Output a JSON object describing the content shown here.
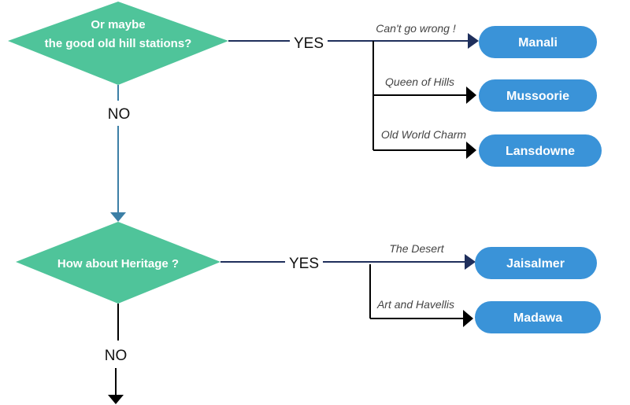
{
  "colors": {
    "decision": "#4fc49a",
    "destination": "#3a93d8",
    "connector_navy": "#1f2f5c",
    "connector_teal": "#3c7fa6",
    "connector_black": "#000000"
  },
  "decisions": [
    {
      "line1": "Or maybe",
      "line2": "the good old  hill stations?"
    },
    {
      "line1": "How about Heritage  ?"
    }
  ],
  "edge_labels": {
    "yes_1": "YES",
    "no_1": "NO",
    "yes_2": "YES",
    "no_2": "NO"
  },
  "hill_stations": [
    {
      "note": "Can't go wrong !",
      "name": "Manali"
    },
    {
      "note": "Queen of Hills",
      "name": "Mussoorie"
    },
    {
      "note": "Old World Charm",
      "name": "Lansdowne"
    }
  ],
  "heritage": [
    {
      "note": "The Desert",
      "name": "Jaisalmer"
    },
    {
      "note": "Art and Havellis",
      "name": "Madawa"
    }
  ]
}
